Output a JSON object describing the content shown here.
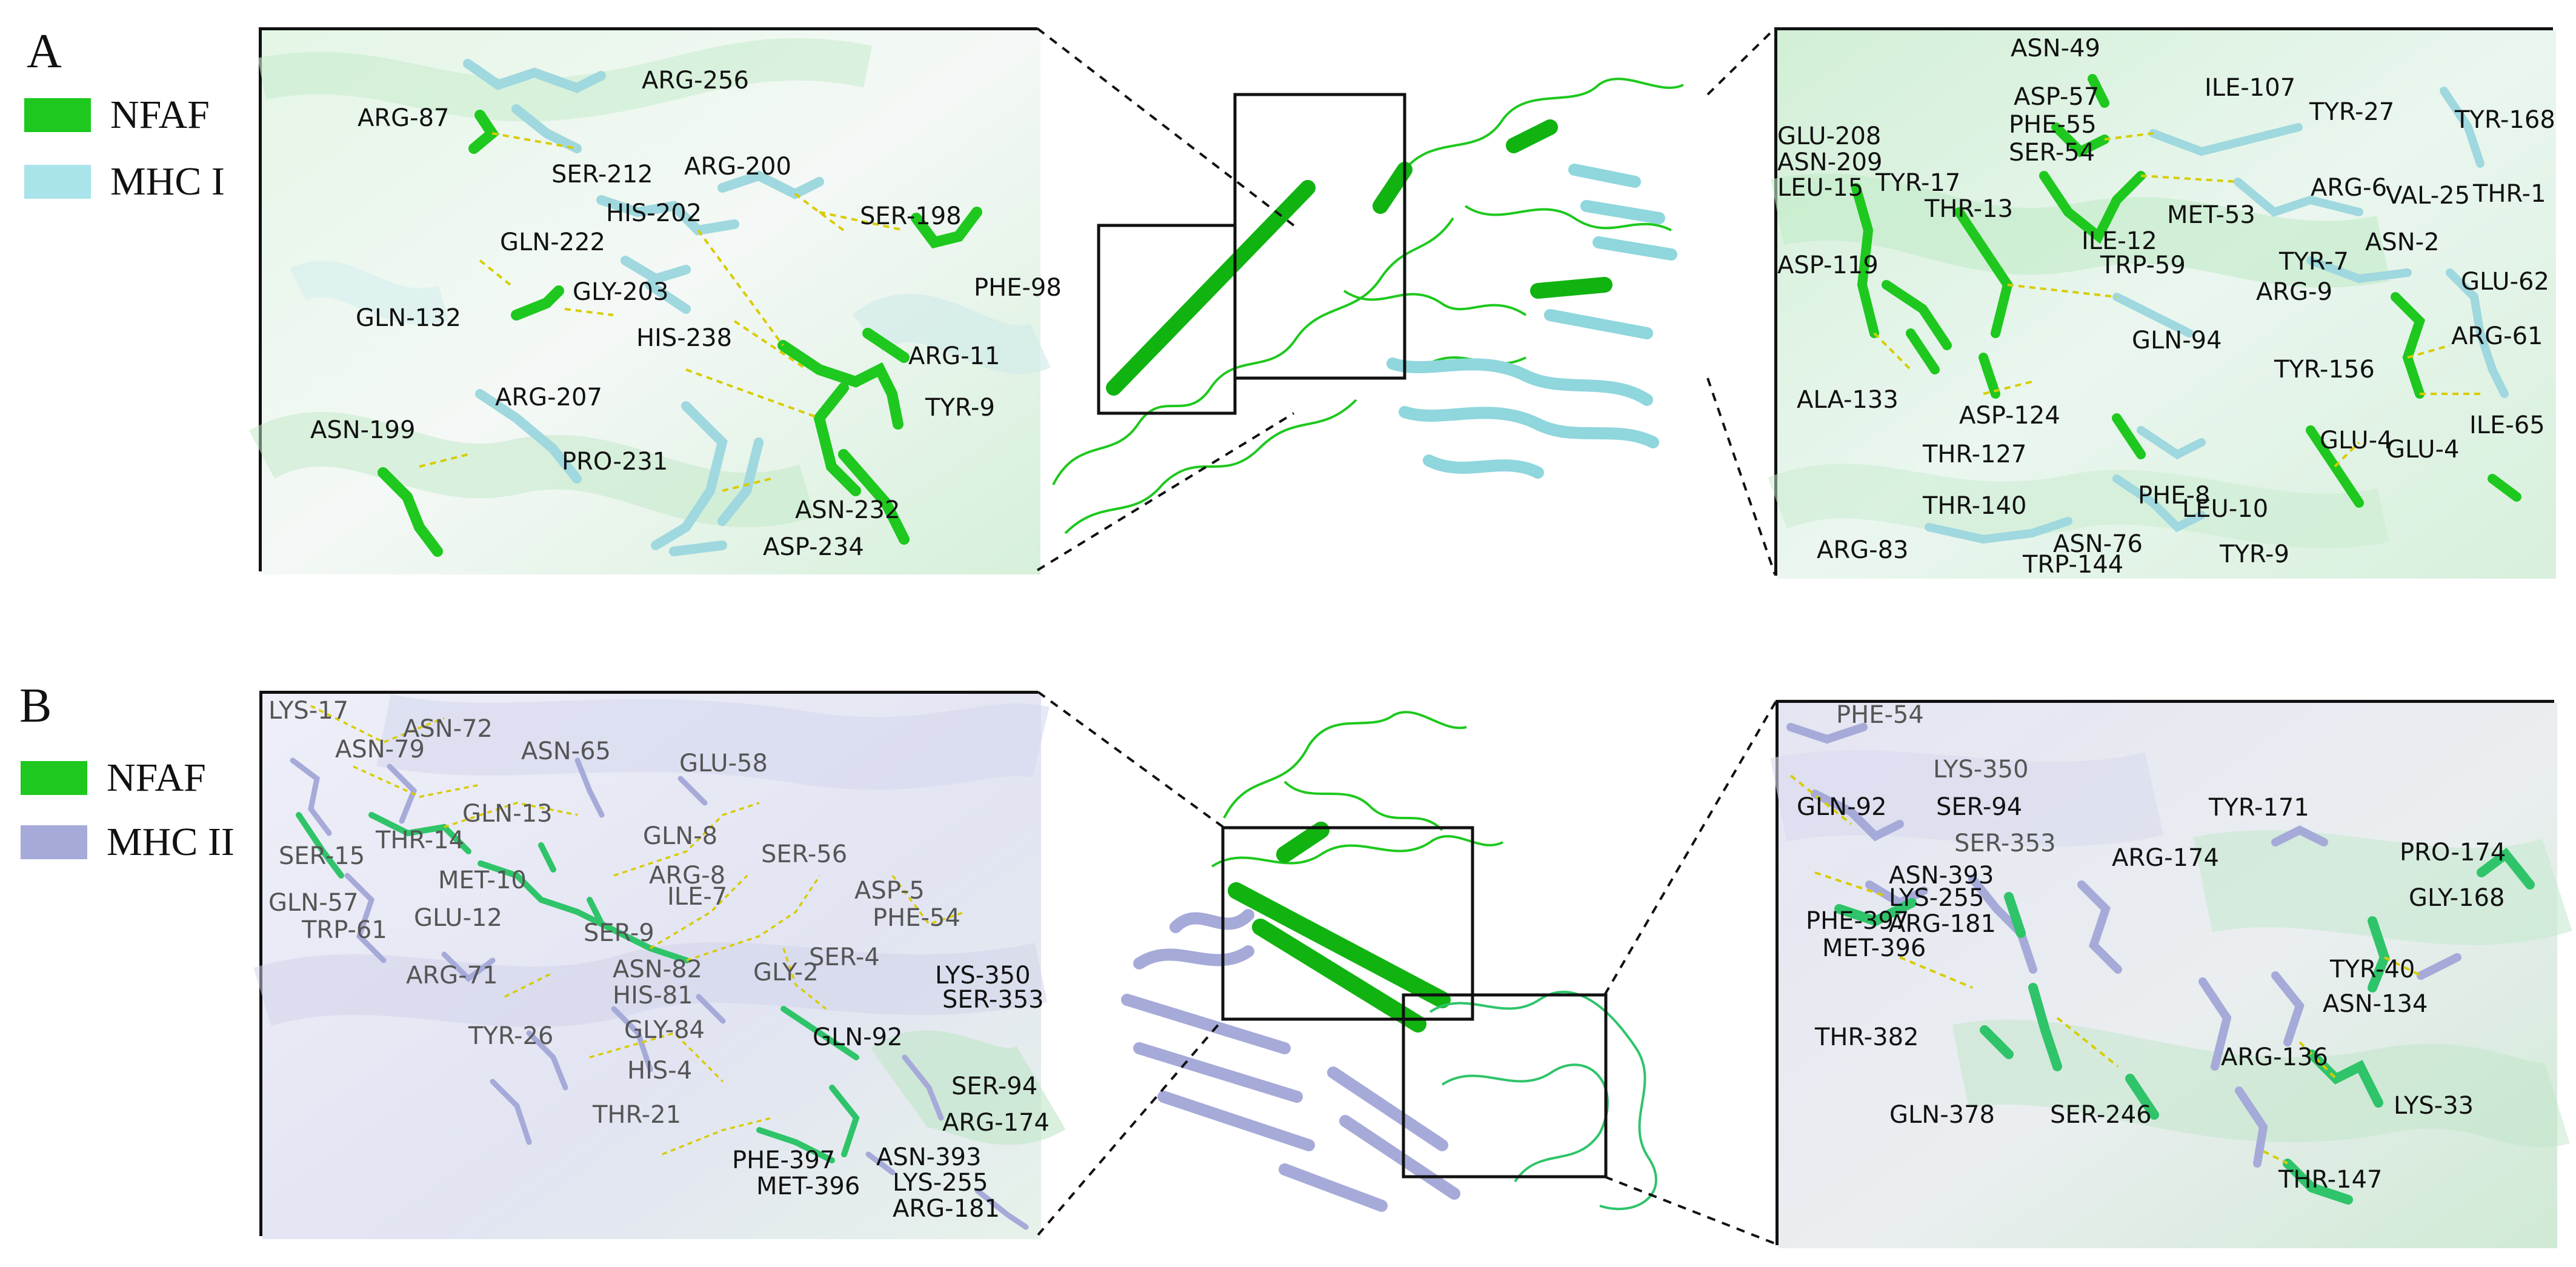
{
  "colors": {
    "nfaf": "#1ec81e",
    "mhc1": "#a9e4ea",
    "mhc2": "#a6aad8",
    "bond": "#d8cc00"
  },
  "panelA": {
    "letter": "A",
    "legend": [
      {
        "name": "NFAF",
        "color": "#1ec81e"
      },
      {
        "name": "MHC I",
        "color": "#a9e4ea"
      }
    ],
    "left_residues": [
      "ARG-256",
      "ARG-87",
      "SER-212",
      "ARG-200",
      "SER-198",
      "HIS-202",
      "GLN-222",
      "PHE-98",
      "GLY-203",
      "GLN-132",
      "HIS-238",
      "ARG-11",
      "ARG-207",
      "TYR-9",
      "ASN-199",
      "PRO-231",
      "ASN-232",
      "ASP-234"
    ],
    "right_residues": [
      "ASN-49",
      "ASP-57",
      "ILE-107",
      "TYR-27",
      "PHE-55",
      "GLU-208",
      "TYR-168",
      "SER-54",
      "ASN-209",
      "TYR-17",
      "LEU-15",
      "ARG-6",
      "VAL-25",
      "THR-13",
      "THR-1",
      "MET-53",
      "ILE-12",
      "ASN-2",
      "TYR-7",
      "TRP-59",
      "ASP-119",
      "GLU-62",
      "ARG-9",
      "GLN-94",
      "ARG-61",
      "TYR-156",
      "ALA-133",
      "ASP-124",
      "ILE-65",
      "GLU-4",
      "GLU-4",
      "THR-127",
      "PHE-8",
      "LEU-10",
      "THR-140",
      "ARG-83",
      "ASN-76",
      "TYR-9",
      "TRP-144"
    ]
  },
  "panelB": {
    "letter": "B",
    "legend": [
      {
        "name": "NFAF",
        "color": "#1ec81e"
      },
      {
        "name": "MHC II",
        "color": "#a6aad8"
      }
    ],
    "left_residues": [
      "LYS-17",
      "ASN-72",
      "ASN-79",
      "ASN-65",
      "GLU-58",
      "GLN-13",
      "THR-14",
      "SER-15",
      "GLN-8",
      "SER-56",
      "ARG-8",
      "MET-10",
      "ILE-7",
      "ASP-5",
      "GLN-57",
      "GLU-12",
      "PHE-54",
      "TRP-61",
      "SER-9",
      "SER-4",
      "ASN-82",
      "GLY-2",
      "ARG-71",
      "LYS-350",
      "HIS-81",
      "SER-353",
      "GLY-84",
      "TYR-26",
      "GLN-92",
      "HIS-4",
      "SER-94",
      "THR-21",
      "ARG-174",
      "PHE-397",
      "ASN-393",
      "MET-396",
      "LYS-255",
      "ARG-181"
    ],
    "right_residues": [
      "PHE-54",
      "LYS-350",
      "GLN-92",
      "SER-94",
      "SER-353",
      "TYR-171",
      "ARG-174",
      "PRO-174",
      "ASN-393",
      "LYS-255",
      "GLY-168",
      "PHE-397",
      "ARG-181",
      "TYR-40",
      "MET-396",
      "ASN-134",
      "THR-382",
      "ARG-136",
      "LYS-33",
      "GLN-378",
      "SER-246",
      "THR-147"
    ]
  }
}
